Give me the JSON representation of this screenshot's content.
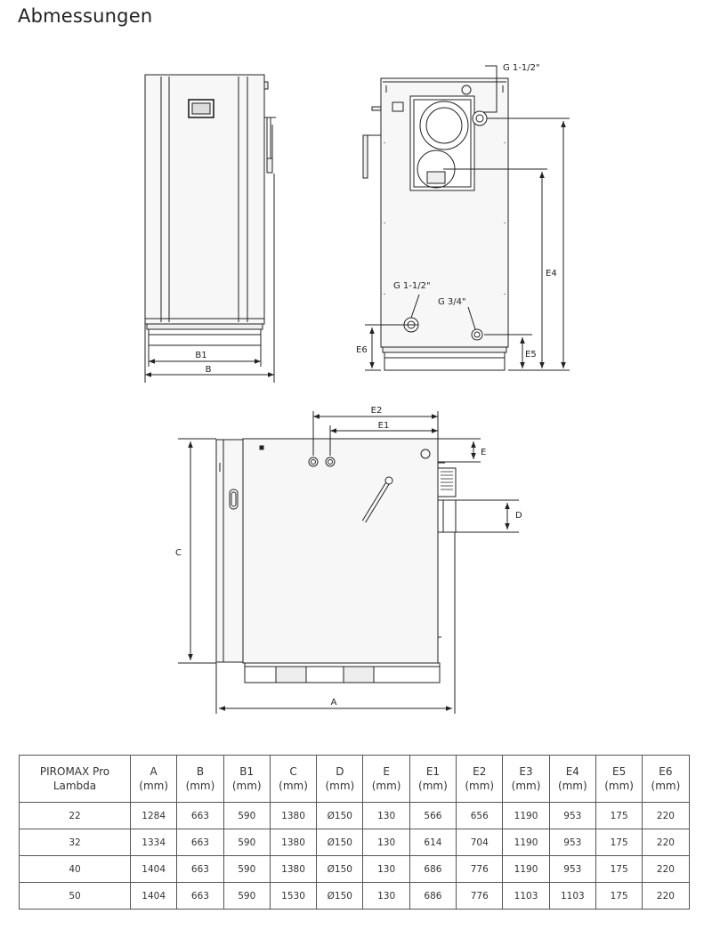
{
  "page": {
    "title": "Abmessungen"
  },
  "drawing_labels": {
    "front": {
      "b1": "B1",
      "b": "B"
    },
    "rear": {
      "g_top": "G 1-1/2\"",
      "g_bottom_left": "G 1-1/2\"",
      "g_bottom_right": "G 3/4\"",
      "e4": "E4",
      "e5": "E5",
      "e6": "E6"
    },
    "top": {
      "e2": "E2",
      "e1": "E1",
      "e": "E",
      "d": "D",
      "c": "C",
      "a": "A"
    }
  },
  "table": {
    "columns": [
      {
        "name": "PIROMAX Pro",
        "unit": "Lambda"
      },
      {
        "name": "A",
        "unit": "(mm)"
      },
      {
        "name": "B",
        "unit": "(mm)"
      },
      {
        "name": "B1",
        "unit": "(mm)"
      },
      {
        "name": "C",
        "unit": "(mm)"
      },
      {
        "name": "D",
        "unit": "(mm)"
      },
      {
        "name": "E",
        "unit": "(mm)"
      },
      {
        "name": "E1",
        "unit": "(mm)"
      },
      {
        "name": "E2",
        "unit": "(mm)"
      },
      {
        "name": "E3",
        "unit": "(mm)"
      },
      {
        "name": "E4",
        "unit": "(mm)"
      },
      {
        "name": "E5",
        "unit": "(mm)"
      },
      {
        "name": "E6",
        "unit": "(mm)"
      }
    ],
    "rows": [
      [
        "22",
        "1284",
        "663",
        "590",
        "1380",
        "Ø150",
        "130",
        "566",
        "656",
        "1190",
        "953",
        "175",
        "220"
      ],
      [
        "32",
        "1334",
        "663",
        "590",
        "1380",
        "Ø150",
        "130",
        "614",
        "704",
        "1190",
        "953",
        "175",
        "220"
      ],
      [
        "40",
        "1404",
        "663",
        "590",
        "1380",
        "Ø150",
        "130",
        "686",
        "776",
        "1190",
        "953",
        "175",
        "220"
      ],
      [
        "50",
        "1404",
        "663",
        "590",
        "1530",
        "Ø150",
        "130",
        "686",
        "776",
        "1103",
        "1103",
        "175",
        "220"
      ]
    ]
  }
}
